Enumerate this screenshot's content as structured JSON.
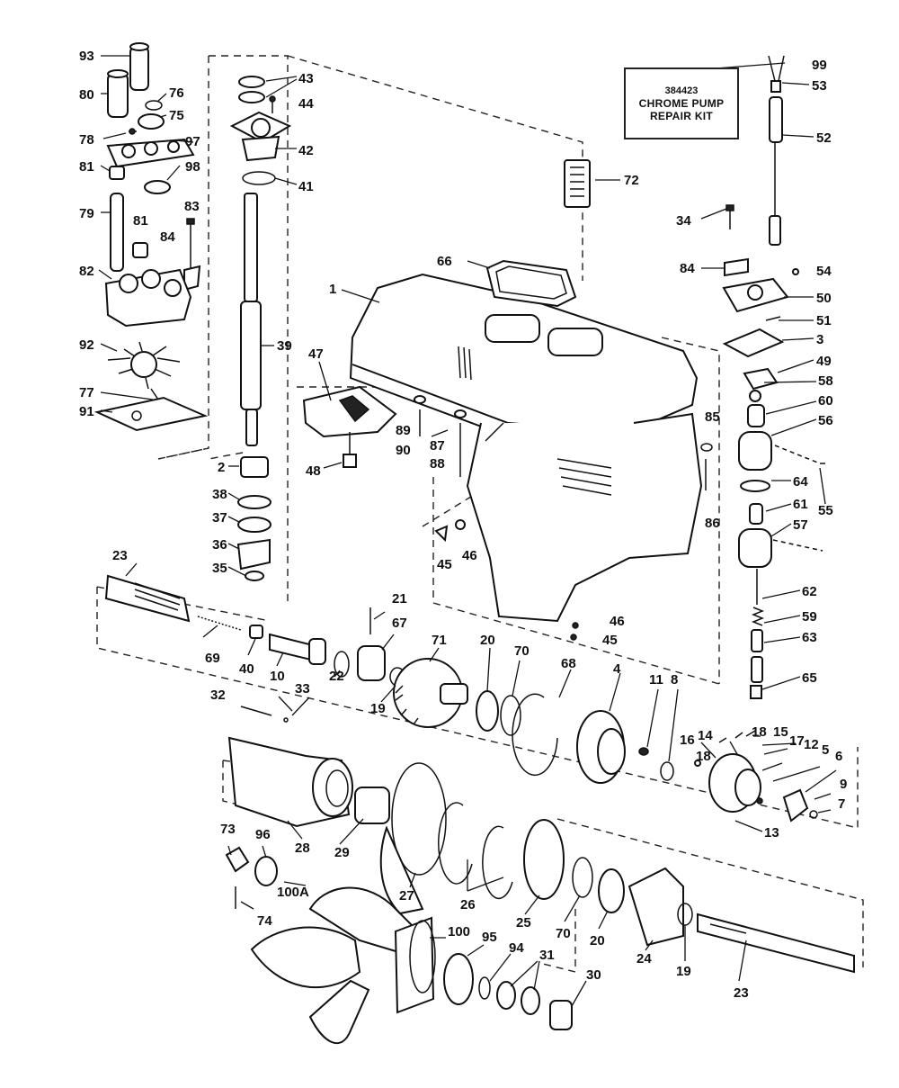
{
  "kit_box": {
    "number": "384423",
    "line1": "CHROME PUMP",
    "line2": "REPAIR KIT"
  },
  "labels": [
    {
      "id": "93",
      "text": "93"
    },
    {
      "id": "80",
      "text": "80"
    },
    {
      "id": "76",
      "text": "76"
    },
    {
      "id": "75",
      "text": "75"
    },
    {
      "id": "78",
      "text": "78"
    },
    {
      "id": "97",
      "text": "97"
    },
    {
      "id": "81a",
      "text": "81"
    },
    {
      "id": "98",
      "text": "98"
    },
    {
      "id": "79",
      "text": "79"
    },
    {
      "id": "81b",
      "text": "81"
    },
    {
      "id": "83",
      "text": "83"
    },
    {
      "id": "84a",
      "text": "84"
    },
    {
      "id": "82",
      "text": "82"
    },
    {
      "id": "92",
      "text": "92"
    },
    {
      "id": "77",
      "text": "77"
    },
    {
      "id": "91",
      "text": "91"
    },
    {
      "id": "43",
      "text": "43"
    },
    {
      "id": "44",
      "text": "44"
    },
    {
      "id": "42",
      "text": "42"
    },
    {
      "id": "41",
      "text": "41"
    },
    {
      "id": "39",
      "text": "39"
    },
    {
      "id": "2",
      "text": "2"
    },
    {
      "id": "38",
      "text": "38"
    },
    {
      "id": "37",
      "text": "37"
    },
    {
      "id": "36",
      "text": "36"
    },
    {
      "id": "35",
      "text": "35"
    },
    {
      "id": "72",
      "text": "72"
    },
    {
      "id": "66",
      "text": "66"
    },
    {
      "id": "1",
      "text": "1"
    },
    {
      "id": "47",
      "text": "47"
    },
    {
      "id": "48",
      "text": "48"
    },
    {
      "id": "89",
      "text": "89"
    },
    {
      "id": "90",
      "text": "90"
    },
    {
      "id": "87",
      "text": "87"
    },
    {
      "id": "88",
      "text": "88"
    },
    {
      "id": "45a",
      "text": "45"
    },
    {
      "id": "46a",
      "text": "46"
    },
    {
      "id": "46b",
      "text": "46"
    },
    {
      "id": "45b",
      "text": "45"
    },
    {
      "id": "99",
      "text": "99"
    },
    {
      "id": "53",
      "text": "53"
    },
    {
      "id": "52",
      "text": "52"
    },
    {
      "id": "34",
      "text": "34"
    },
    {
      "id": "84b",
      "text": "84"
    },
    {
      "id": "54",
      "text": "54"
    },
    {
      "id": "50",
      "text": "50"
    },
    {
      "id": "51",
      "text": "51"
    },
    {
      "id": "3",
      "text": "3"
    },
    {
      "id": "49",
      "text": "49"
    },
    {
      "id": "58",
      "text": "58"
    },
    {
      "id": "60",
      "text": "60"
    },
    {
      "id": "56",
      "text": "56"
    },
    {
      "id": "85",
      "text": "85"
    },
    {
      "id": "86",
      "text": "86"
    },
    {
      "id": "64",
      "text": "64"
    },
    {
      "id": "61",
      "text": "61"
    },
    {
      "id": "55",
      "text": "55"
    },
    {
      "id": "57",
      "text": "57"
    },
    {
      "id": "62",
      "text": "62"
    },
    {
      "id": "59",
      "text": "59"
    },
    {
      "id": "63",
      "text": "63"
    },
    {
      "id": "65",
      "text": "65"
    },
    {
      "id": "23a",
      "text": "23"
    },
    {
      "id": "69",
      "text": "69"
    },
    {
      "id": "40",
      "text": "40"
    },
    {
      "id": "10",
      "text": "10"
    },
    {
      "id": "21",
      "text": "21"
    },
    {
      "id": "67",
      "text": "67"
    },
    {
      "id": "22",
      "text": "22"
    },
    {
      "id": "19a",
      "text": "19"
    },
    {
      "id": "71",
      "text": "71"
    },
    {
      "id": "20a",
      "text": "20"
    },
    {
      "id": "70a",
      "text": "70"
    },
    {
      "id": "68",
      "text": "68"
    },
    {
      "id": "4",
      "text": "4"
    },
    {
      "id": "11",
      "text": "11"
    },
    {
      "id": "8",
      "text": "8"
    },
    {
      "id": "32",
      "text": "32"
    },
    {
      "id": "33",
      "text": "33"
    },
    {
      "id": "14",
      "text": "14"
    },
    {
      "id": "18a",
      "text": "18"
    },
    {
      "id": "18b",
      "text": "18"
    },
    {
      "id": "15",
      "text": "15"
    },
    {
      "id": "17",
      "text": "17"
    },
    {
      "id": "16",
      "text": "16"
    },
    {
      "id": "12",
      "text": "12"
    },
    {
      "id": "5",
      "text": "5"
    },
    {
      "id": "6",
      "text": "6"
    },
    {
      "id": "9",
      "text": "9"
    },
    {
      "id": "7",
      "text": "7"
    },
    {
      "id": "13",
      "text": "13"
    },
    {
      "id": "28",
      "text": "28"
    },
    {
      "id": "29",
      "text": "29"
    },
    {
      "id": "73",
      "text": "73"
    },
    {
      "id": "96",
      "text": "96"
    },
    {
      "id": "100A",
      "text": "100A"
    },
    {
      "id": "74",
      "text": "74"
    },
    {
      "id": "27",
      "text": "27"
    },
    {
      "id": "26",
      "text": "26"
    },
    {
      "id": "25",
      "text": "25"
    },
    {
      "id": "70b",
      "text": "70"
    },
    {
      "id": "20b",
      "text": "20"
    },
    {
      "id": "24",
      "text": "24"
    },
    {
      "id": "19b",
      "text": "19"
    },
    {
      "id": "23b",
      "text": "23"
    },
    {
      "id": "100",
      "text": "100"
    },
    {
      "id": "95",
      "text": "95"
    },
    {
      "id": "94",
      "text": "94"
    },
    {
      "id": "31",
      "text": "31"
    },
    {
      "id": "30",
      "text": "30"
    }
  ]
}
